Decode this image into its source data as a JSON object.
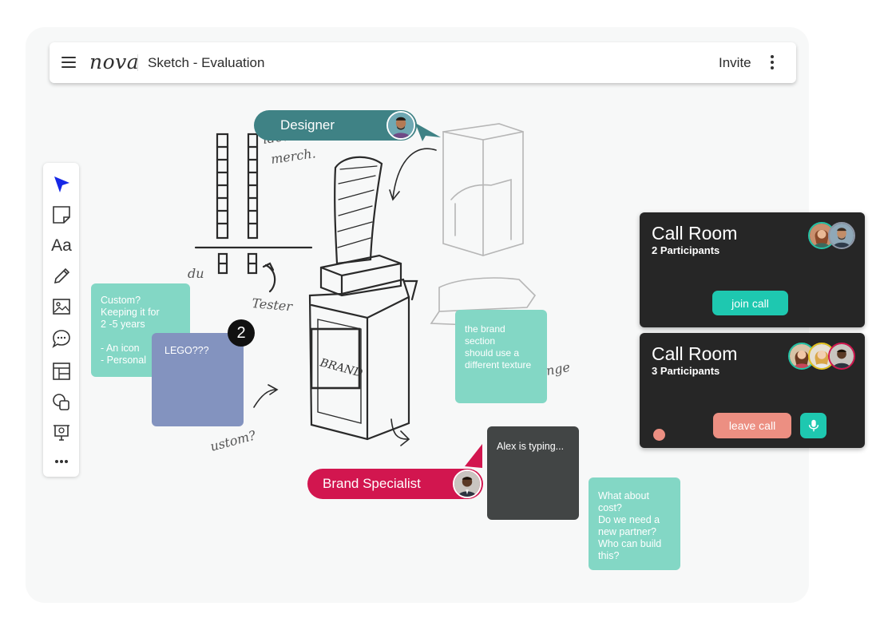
{
  "app": {
    "logo": "nova",
    "title": "Sketch - Evaluation",
    "invite_label": "Invite"
  },
  "toolbar": {
    "tools": [
      "select-tool",
      "sticky-note-tool",
      "text-tool",
      "pen-tool",
      "image-tool",
      "comment-tool",
      "template-tool",
      "shapes-tool",
      "presentation-tool",
      "more-tool"
    ],
    "text_tool_label": "Aa"
  },
  "colors": {
    "accent_teal": "#3f8285",
    "accent_magenta": "#d2164f",
    "note_mint": "#83d7c5",
    "note_purple": "#8393bf",
    "note_dark": "#424545",
    "join_button": "#1ec8b0",
    "leave_button": "#ec8f82",
    "status_dot": "#ec8f82"
  },
  "cursors": {
    "designer": {
      "label": "Designer"
    },
    "brand_specialist": {
      "label": "Brand Specialist"
    }
  },
  "notes": {
    "custom": "Custom?\nKeeping it for\n2 -5 years\n\n- An icon\n- Personal",
    "lego": "LEGO???",
    "lego_badge": "2",
    "brand_section": "the brand section\nshould use a\ndifferent texture",
    "typing": "Alex is typing...",
    "cost": "What about cost?\nDo we need a\nnew partner?\nWho can build\nthis?"
  },
  "sketch": {
    "annotations": [
      "ideal merch.",
      "Tester",
      "BRAND",
      "ustom?",
      "nge",
      "du"
    ]
  },
  "call_rooms": [
    {
      "title": "Call Room",
      "participants": "2 Participants",
      "action": "join call"
    },
    {
      "title": "Call Room",
      "participants": "3 Participants",
      "action": "leave call"
    }
  ]
}
